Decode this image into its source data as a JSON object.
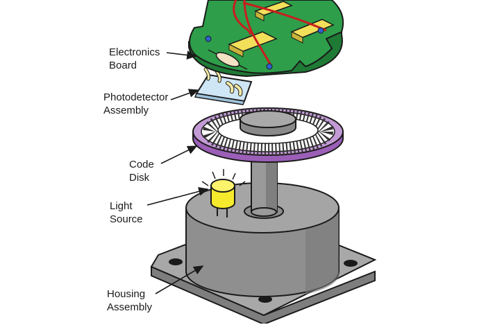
{
  "labels": {
    "electronics_board": [
      "Electronics",
      "Board"
    ],
    "photodetector_assembly": [
      "Photodetector",
      "Assembly"
    ],
    "code_disk": [
      "Code",
      "Disk"
    ],
    "light_source": [
      "Light",
      "Source"
    ],
    "housing_assembly": [
      "Housing",
      "Assembly"
    ]
  },
  "colors": {
    "pcb": "#2e9e4a",
    "chip": "#f2e05a",
    "wire": "#c81e1e",
    "disk_rim": "#b07acb",
    "led": "#f6ea2c",
    "housing": "#9a9a9a",
    "outline": "#1a1a1a"
  }
}
